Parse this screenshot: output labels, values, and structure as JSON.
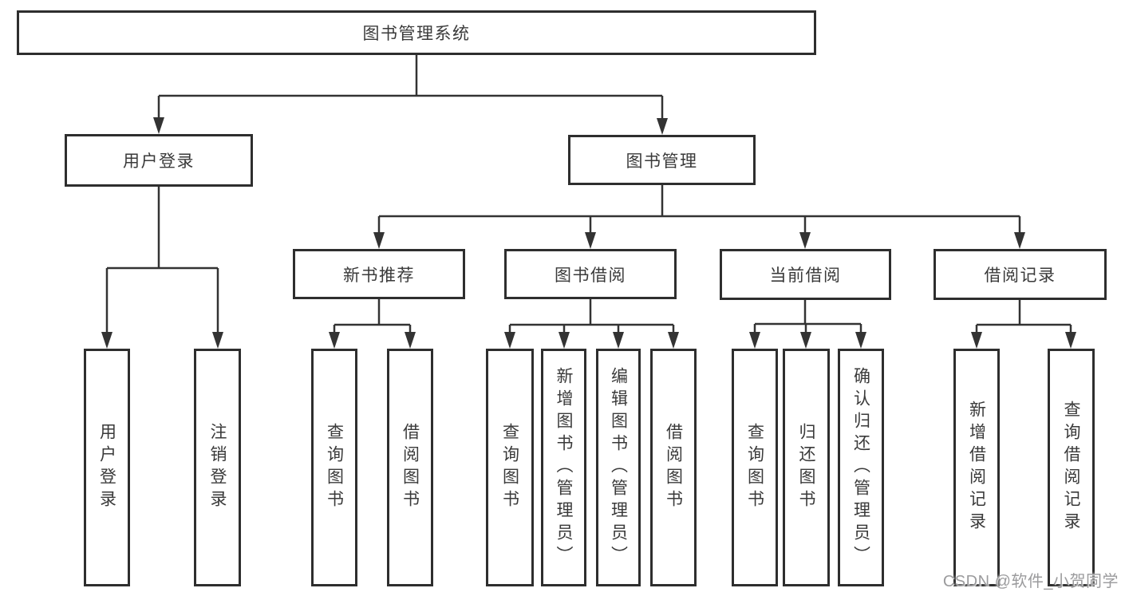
{
  "tree": {
    "root": {
      "label": "图书管理系统"
    },
    "branches": [
      {
        "label": "用户登录",
        "children": [
          {
            "label": "用户登录"
          },
          {
            "label": "注销登录"
          }
        ]
      },
      {
        "label": "图书管理",
        "children": [
          {
            "label": "新书推荐",
            "children": [
              {
                "label": "查询图书"
              },
              {
                "label": "借阅图书"
              }
            ]
          },
          {
            "label": "图书借阅",
            "children": [
              {
                "label": "查询图书"
              },
              {
                "label": "新增图书（管理员）"
              },
              {
                "label": "编辑图书（管理员）"
              },
              {
                "label": "借阅图书"
              }
            ]
          },
          {
            "label": "当前借阅",
            "children": [
              {
                "label": "查询图书"
              },
              {
                "label": "归还图书"
              },
              {
                "label": "确认归还（管理员）"
              }
            ]
          },
          {
            "label": "借阅记录",
            "children": [
              {
                "label": "新增借阅记录"
              },
              {
                "label": "查询借阅记录"
              }
            ]
          }
        ]
      }
    ]
  },
  "watermark": {
    "text": "CSDN @软件_小贺同学"
  },
  "colors": {
    "background": "#ffffff",
    "box_border": "#2e2e2e",
    "line": "#333333",
    "text": "#3a3a3a",
    "watermark": "#9b9b9d"
  }
}
